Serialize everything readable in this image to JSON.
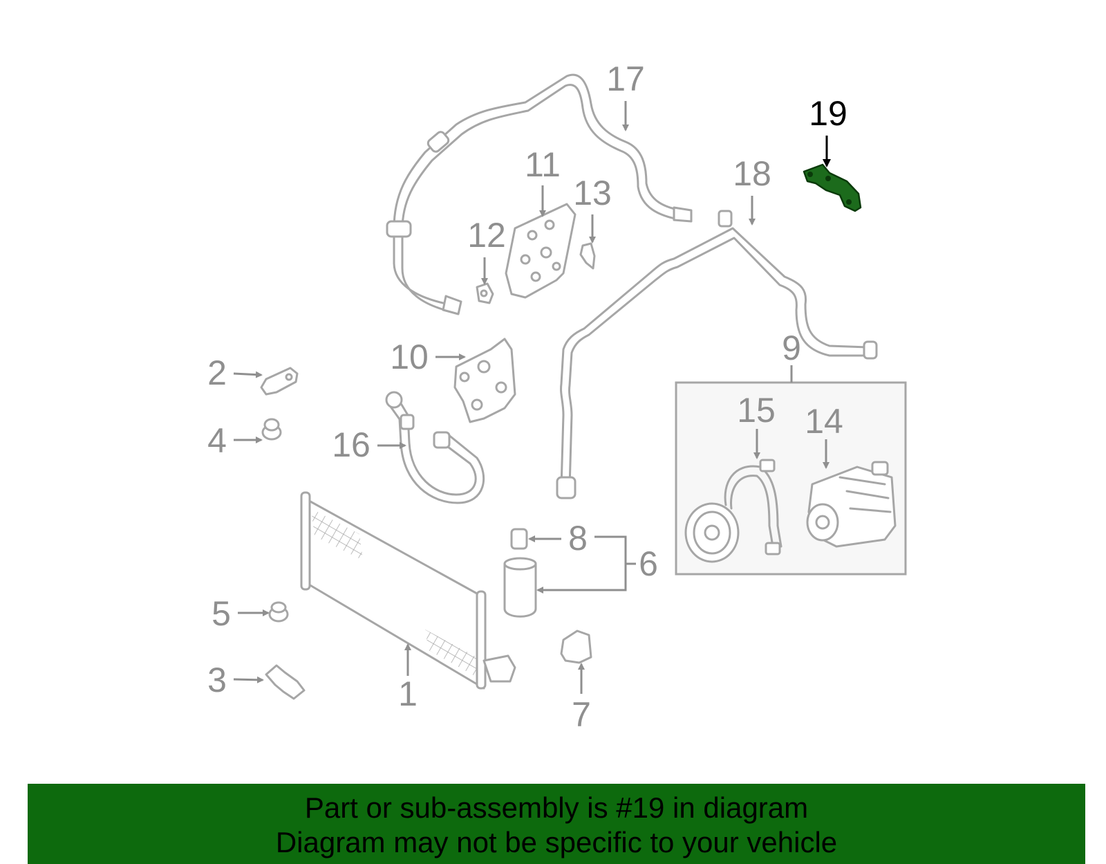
{
  "diagram": {
    "callouts": [
      "1",
      "2",
      "3",
      "4",
      "5",
      "6",
      "7",
      "8",
      "9",
      "10",
      "11",
      "12",
      "13",
      "14",
      "15",
      "16",
      "17",
      "18",
      "19"
    ],
    "highlighted_part": "19"
  },
  "banner": {
    "line1": "Part or sub-assembly is #19 in diagram",
    "line2": "Diagram may not be specific to your vehicle"
  },
  "colors": {
    "banner_bg": "#0d6a0d",
    "highlight_part": "#1c6b1c",
    "line_gray": "#a6a6a6"
  }
}
